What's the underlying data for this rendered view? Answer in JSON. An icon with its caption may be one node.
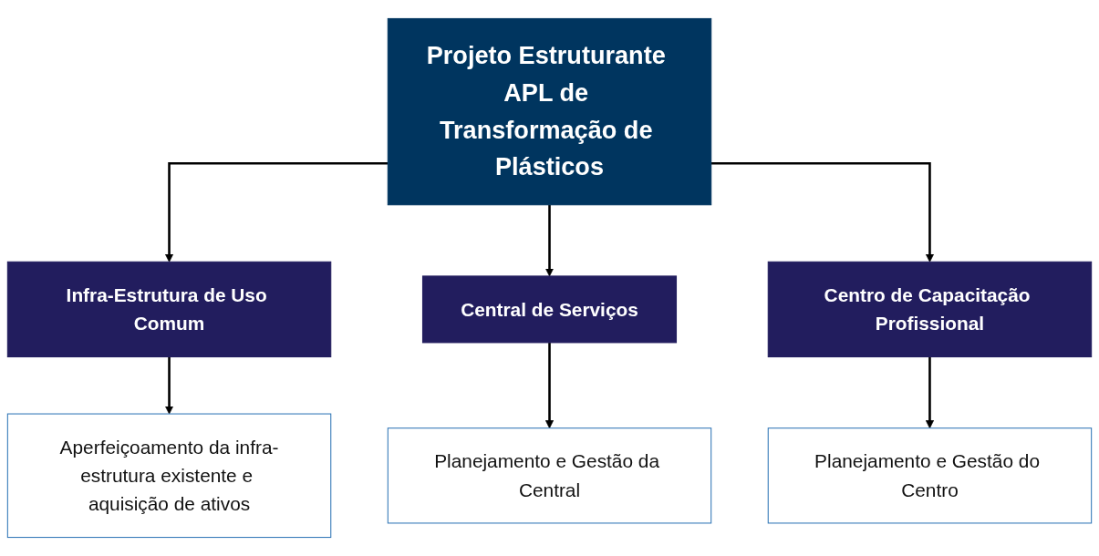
{
  "diagram": {
    "nodes": [
      {
        "text": [
          "Projeto Estruturante APL de Transformação de Plásticos"
        ]
      },
      {
        "text": [
          "Infra-Estrutura de Uso Comum"
        ]
      },
      {
        "text": [
          "Central de Serviços"
        ]
      },
      {
        "text": [
          "Centro de Capacitação Profissional"
        ]
      },
      {
        "text": [
          "Aperfeiçoamento da infra-estrutura existente e aquisição de ativos"
        ]
      },
      {
        "text": [
          "Planejamento e Gestão da Central"
        ]
      },
      {
        "text": [
          "Planejamento e Gestão do Centro"
        ]
      }
    ],
    "edges": [
      {
        "from": 0,
        "to": 1,
        "arrow": "to"
      },
      {
        "from": 0,
        "to": 2,
        "arrow": "to"
      },
      {
        "from": 0,
        "to": 3,
        "arrow": "to"
      },
      {
        "from": 1,
        "to": 4,
        "arrow": "to"
      },
      {
        "from": 2,
        "to": 5,
        "arrow": "to"
      },
      {
        "from": 3,
        "to": 6,
        "arrow": "to"
      }
    ]
  }
}
